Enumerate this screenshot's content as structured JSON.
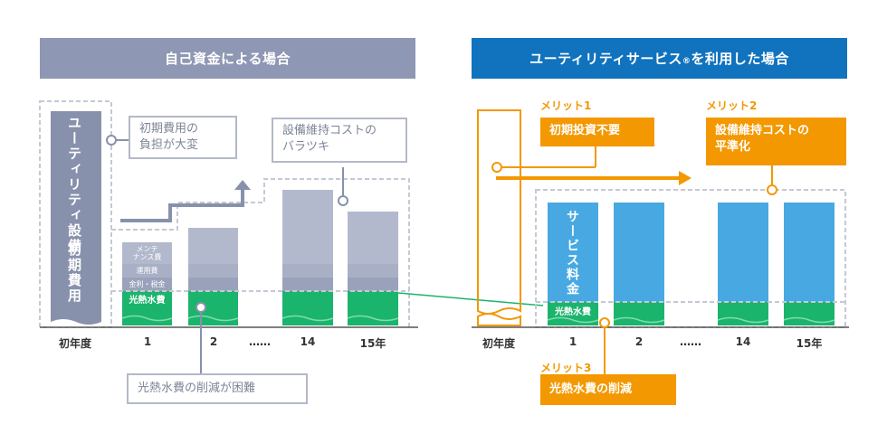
{
  "left": {
    "header": "自己資金による場合",
    "vertical_label_1": "ユーティリティ設備",
    "vertical_label_2": "初期費用",
    "callout_initial": [
      "初期費用の",
      "負担が大変"
    ],
    "callout_maintenance": [
      "設備維持コストの",
      "バラツキ"
    ],
    "callout_utility": "光熱水費の削減が困難",
    "segments": {
      "maintenance": [
        "メンテ",
        "ナンス費"
      ],
      "operation": "運用費",
      "interest": "金利・税金",
      "utility": "光熱水費"
    },
    "axis": [
      "初年度",
      "1",
      "2",
      "……",
      "14",
      "15年"
    ]
  },
  "right": {
    "header": "ユーティリティサービス",
    "header_mark": "®",
    "header_suffix": "を利用した場合",
    "merit1_label": "メリット1",
    "merit1_text": "初期投資不要",
    "merit2_label": "メリット2",
    "merit2_text": [
      "設備維持コストの",
      "平準化"
    ],
    "merit3_label": "メリット3",
    "merit3_text": "光熱水費の削減",
    "service_fee": "サービス料金",
    "utility": "光熱水費",
    "axis": [
      "初年度",
      "1",
      "2",
      "……",
      "14",
      "15年"
    ]
  },
  "colors": {
    "left_header": "#8e97b3",
    "right_header": "#1173be",
    "green": "#1bb46c",
    "blue": "#48a9e2",
    "orange": "#f39800",
    "gray_bar": "#b3b9cd",
    "gray_dark": "#8891ac"
  }
}
